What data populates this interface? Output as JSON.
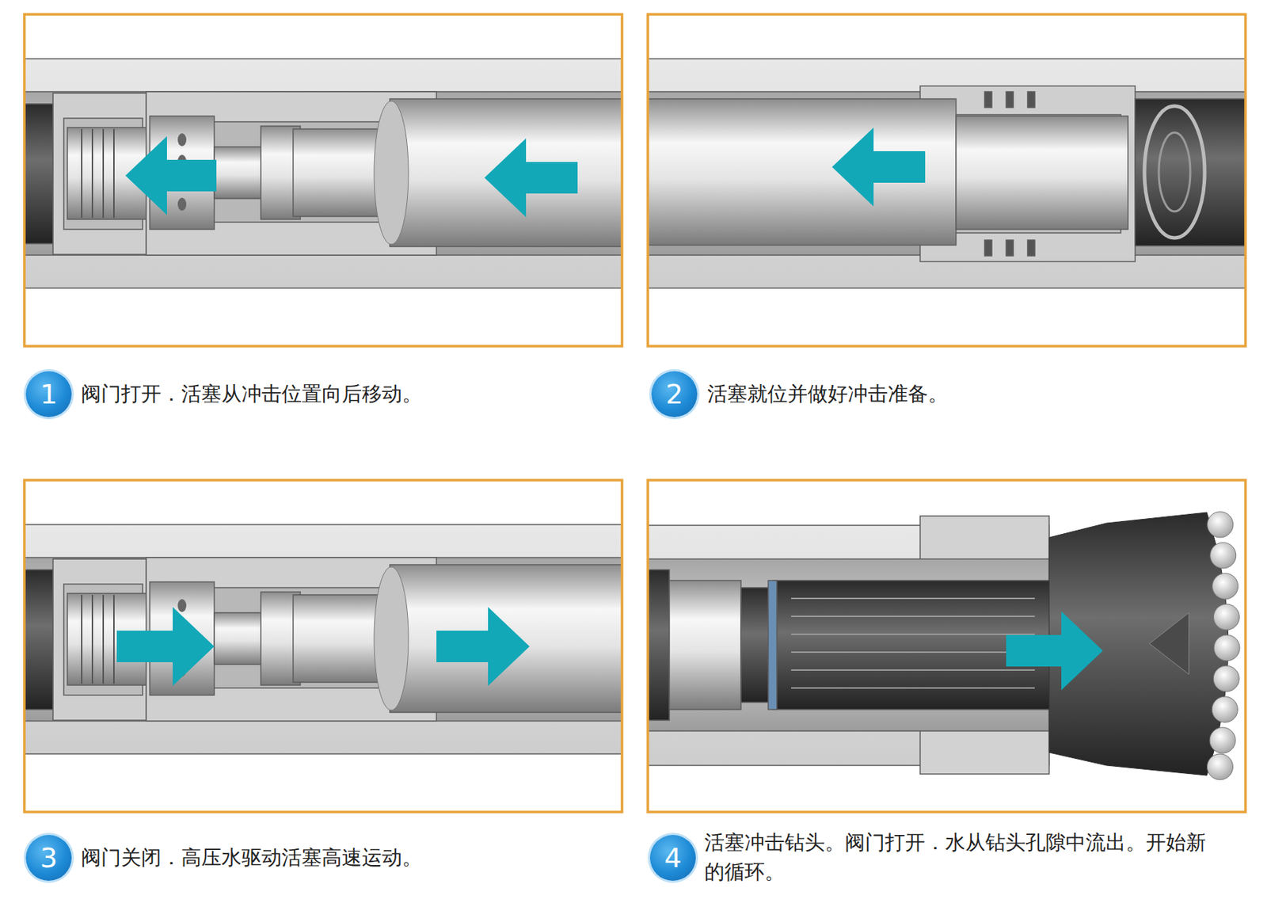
{
  "diagram": {
    "nodes": [
      {
        "text": [
          "1"
        ]
      },
      {
        "text": [
          "2"
        ]
      },
      {
        "text": [
          "3"
        ]
      },
      {
        "text": [
          "4"
        ]
      }
    ],
    "labels": [
      "阀门打开．活塞从冲击位置向后移动。",
      "活塞就位并做好冲击准备。",
      "阀门关闭．高压水驱动活塞高速运动。",
      "活塞冲击钻头。阀门打开．水从钻头孔隙中流出。开始新的循环。"
    ]
  }
}
